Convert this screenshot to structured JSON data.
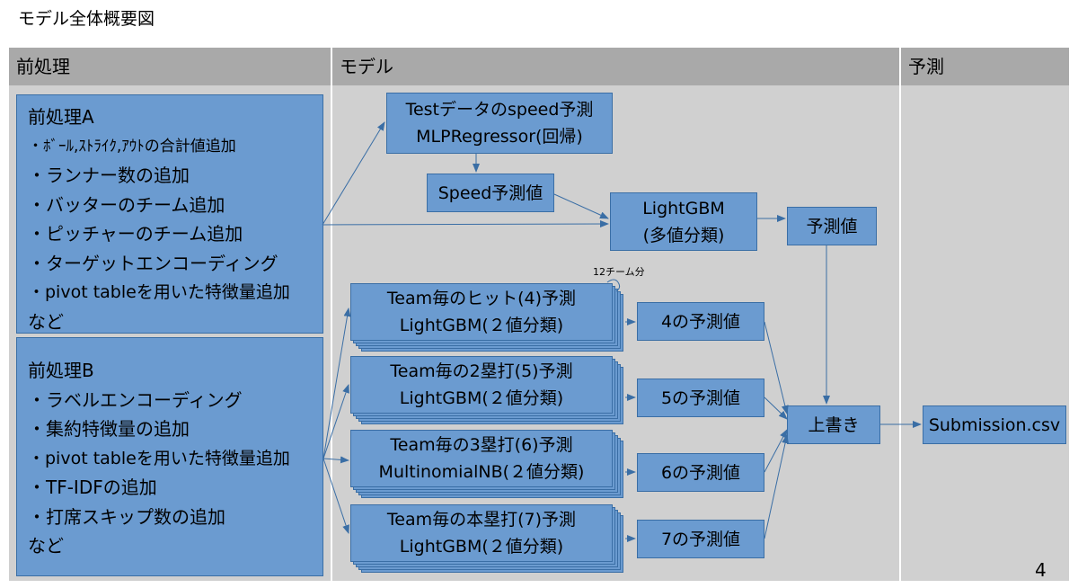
{
  "slide_title": "モデル全体概要図",
  "columns": {
    "preprocess": "前処理",
    "model": "モデル",
    "predict": "予測"
  },
  "preprocess_a": {
    "title": "前処理A",
    "items": [
      "・ﾎﾞｰﾙ,ｽﾄﾗｲｸ,ｱｳﾄの合計値追加",
      "・ランナー数の追加",
      "・バッターのチーム追加",
      "・ピッチャーのチーム追加",
      "・ターゲットエンコーディング",
      "・pivot tableを用いた特徴量追加"
    ],
    "footer": "など"
  },
  "preprocess_b": {
    "title": "前処理B",
    "items": [
      "・ラベルエンコーディング",
      "・集約特徴量の追加",
      "・pivot tableを用いた特徴量追加",
      "・TF-IDFの追加",
      "・打席スキップ数の追加"
    ],
    "footer": "など"
  },
  "speed_model": {
    "line1": "Testデータのspeed予測",
    "line2": "MLPRegressor(回帰)"
  },
  "speed_pred": "Speed予測値",
  "lgbm_main": {
    "line1": "LightGBM",
    "line2": "(多値分類)"
  },
  "pred_value": "予測値",
  "stack_note": "12チーム分",
  "team_models": [
    {
      "line1": "Team毎のヒット(4)予測",
      "line2": "LightGBM(２値分類)",
      "result": "4の予測値"
    },
    {
      "line1": "Team毎の2塁打(5)予測",
      "line2": "LightGBM(２値分類)",
      "result": "5の予測値"
    },
    {
      "line1": "Team毎の3塁打(6)予測",
      "line2": "MultinomialNB(２値分類)",
      "result": "6の予測値"
    },
    {
      "line1": "Team毎の本塁打(7)予測",
      "line2": "LightGBM(２値分類)",
      "result": "7の予測値"
    }
  ],
  "overwrite": "上書き",
  "submission": "Submission.csv",
  "page_number": "4"
}
